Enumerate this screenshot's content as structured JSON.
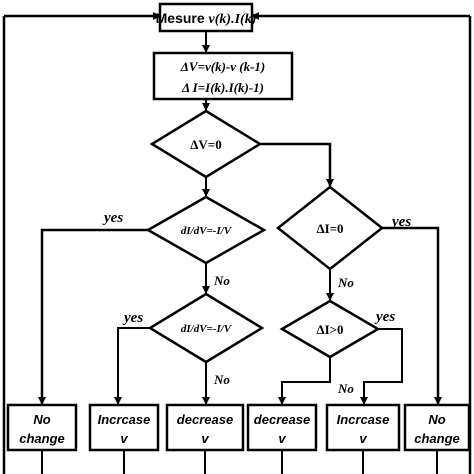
{
  "title": {
    "prefix": "Mesure ",
    "expr": "v(k).I(k)"
  },
  "diff_box": {
    "line1": "ΔV=v(k)-v  (k-1)",
    "line2": "Δ I=I(k).I(k)-1)"
  },
  "decision_dv": "ΔV=0",
  "decision_didv_eq": "dI/dV=-I/V",
  "decision_di": "ΔI=0",
  "decision_didv_gt": "dI/dV=-I/V",
  "decision_di_gt": "ΔI>0",
  "edge_labels": {
    "yes_left": "yes",
    "yes_right": "yes",
    "yes_mid_left": "yes",
    "yes_mid_right": "yes",
    "no_1": "No",
    "no_2": "No",
    "no_3": "No",
    "no_4": "No"
  },
  "outputs": [
    {
      "line1": "No",
      "line2": "change"
    },
    {
      "line1": "Incrcase",
      "line2": "v"
    },
    {
      "line1": "decrease",
      "line2": "v"
    },
    {
      "line1": "decrease",
      "line2": "v"
    },
    {
      "line1": "Incrcase",
      "line2": "v"
    },
    {
      "line1": "No",
      "line2": "change"
    }
  ]
}
